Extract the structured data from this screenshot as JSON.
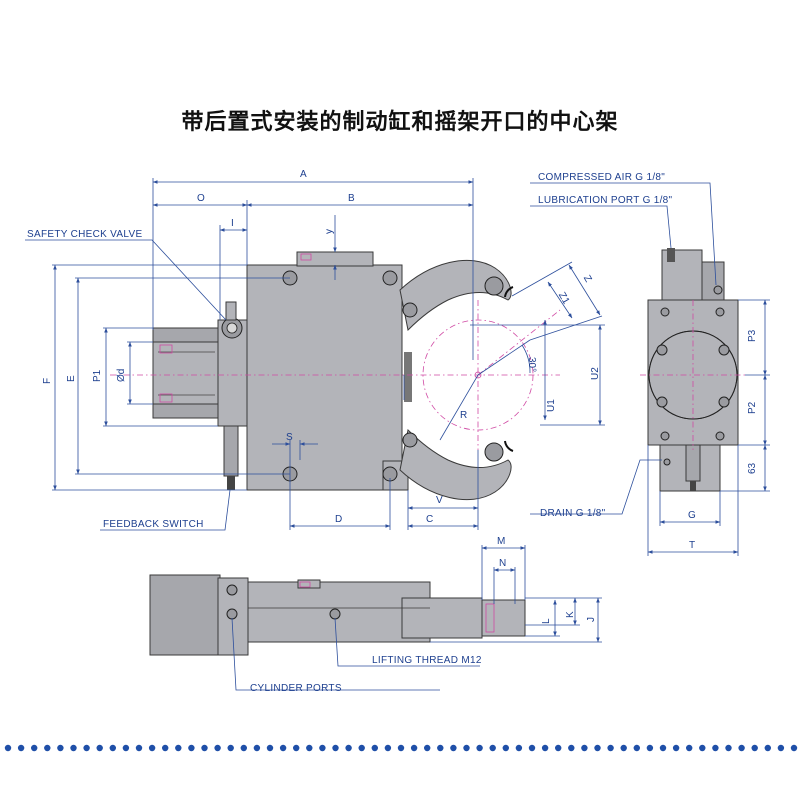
{
  "title": "带后置式安装的制动缸和摇架开口的中心架",
  "notes": {
    "safety_check_valve": "SAFETY CHECK VALVE",
    "feedback_switch": "FEEDBACK SWITCH",
    "compressed_air": "COMPRESSED AIR G 1/8\"",
    "lubrication_port": "LUBRICATION PORT G 1/8\"",
    "drain": "DRAIN G 1/8\"",
    "lifting_thread": "LIFTING THREAD M12",
    "cylinder_ports": "CYLINDER PORTS"
  },
  "dimensions": {
    "A": "A",
    "O": "O",
    "B": "B",
    "I": "I",
    "y": "y",
    "F": "F",
    "E": "E",
    "P1": "P1",
    "d": "Ød",
    "S": "S",
    "D": "D",
    "C": "C",
    "V": "V",
    "R": "R",
    "Z": "Z",
    "Z1": "Z1",
    "angle": "30°",
    "U1": "U1",
    "U2": "U2",
    "P3": "P3",
    "P2": "P2",
    "h63": "63",
    "G": "G",
    "T": "T",
    "M": "M",
    "N": "N",
    "L": "L",
    "K": "K",
    "J": "J"
  },
  "colors": {
    "dimension": "#1d3f8f",
    "body": "#b3b4b9",
    "centerline": "#d04aa4",
    "dots": "#1f4fa8"
  }
}
